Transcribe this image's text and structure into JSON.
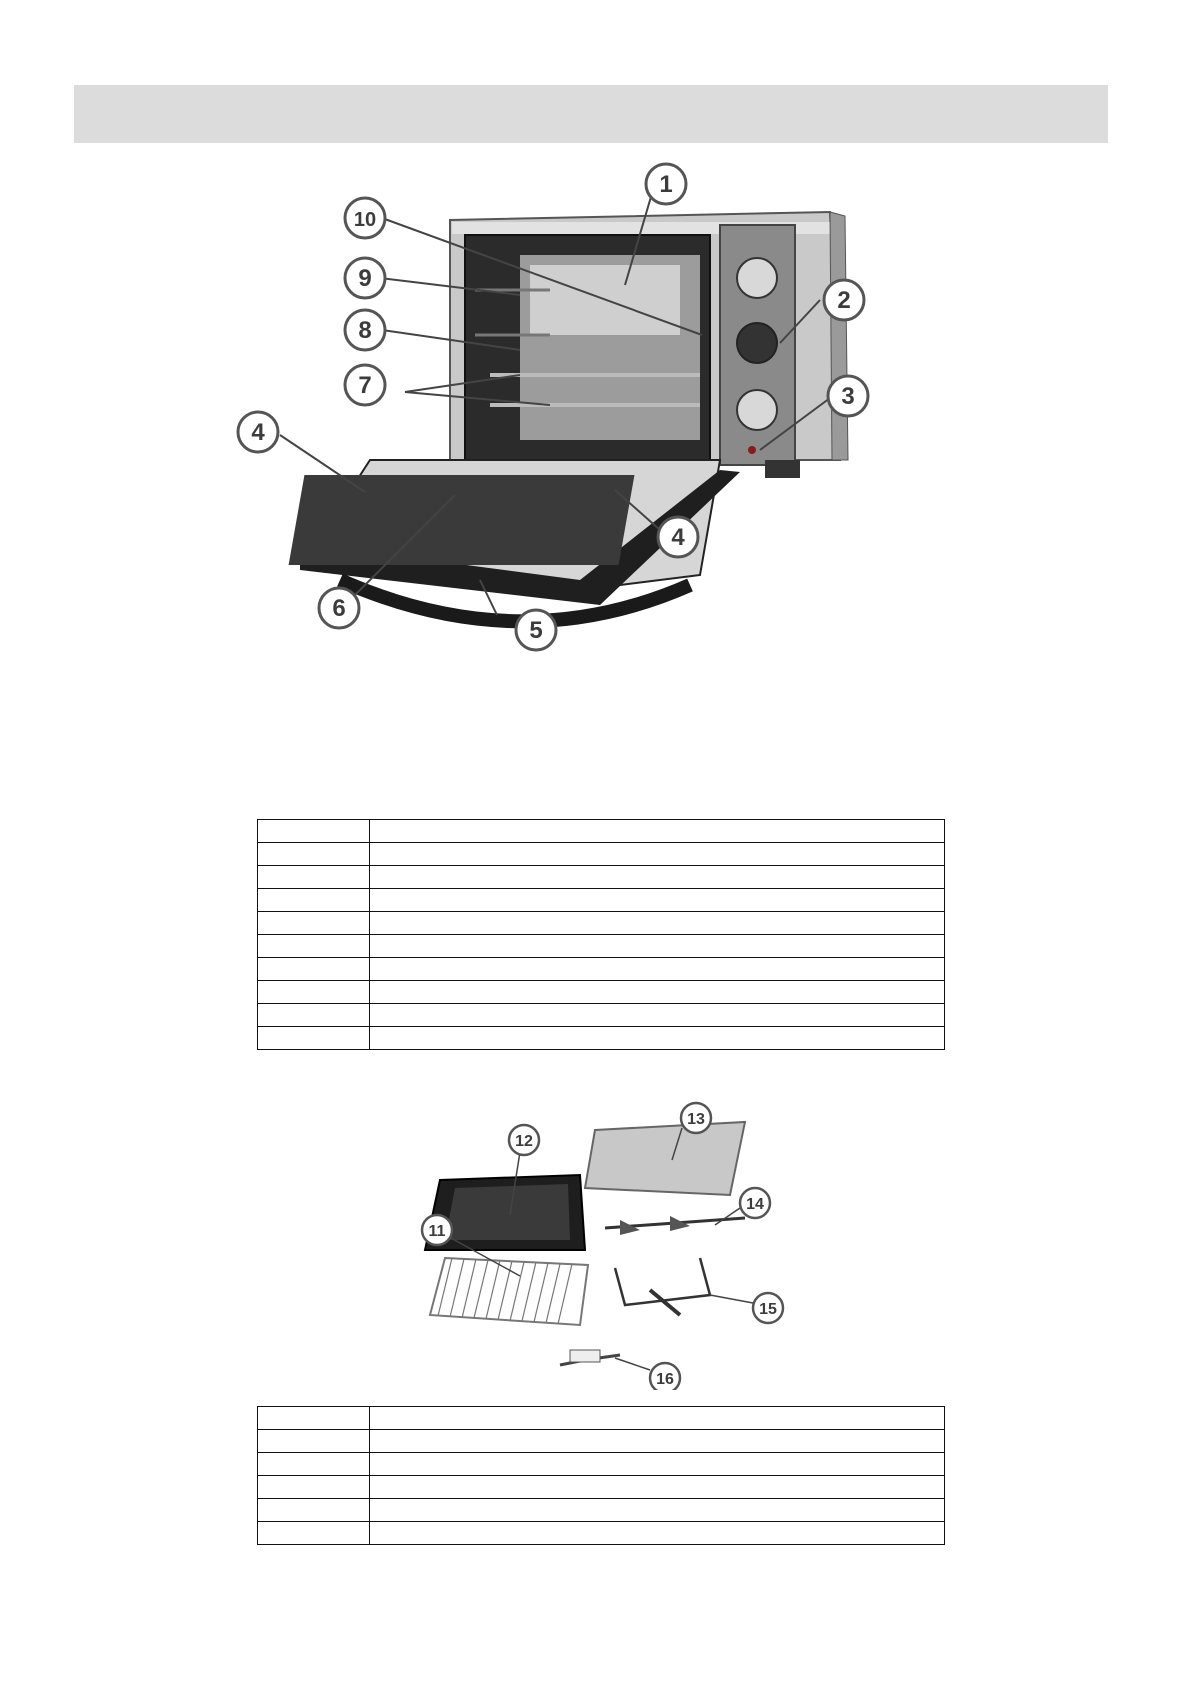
{
  "header": {
    "title": ""
  },
  "oven_figure": {
    "callouts": [
      "1",
      "2",
      "3",
      "4",
      "4",
      "5",
      "6",
      "7",
      "8",
      "9",
      "10"
    ]
  },
  "table1": {
    "rows": [
      {
        "num": "",
        "desc": ""
      },
      {
        "num": "",
        "desc": ""
      },
      {
        "num": "",
        "desc": ""
      },
      {
        "num": "",
        "desc": ""
      },
      {
        "num": "",
        "desc": ""
      },
      {
        "num": "",
        "desc": ""
      },
      {
        "num": "",
        "desc": ""
      },
      {
        "num": "",
        "desc": ""
      },
      {
        "num": "",
        "desc": ""
      },
      {
        "num": "",
        "desc": ""
      }
    ]
  },
  "accessories_figure": {
    "callouts": [
      "11",
      "12",
      "13",
      "14",
      "15",
      "16"
    ]
  },
  "table2": {
    "rows": [
      {
        "num": "",
        "desc": ""
      },
      {
        "num": "",
        "desc": ""
      },
      {
        "num": "",
        "desc": ""
      },
      {
        "num": "",
        "desc": ""
      },
      {
        "num": "",
        "desc": ""
      },
      {
        "num": "",
        "desc": ""
      }
    ]
  }
}
